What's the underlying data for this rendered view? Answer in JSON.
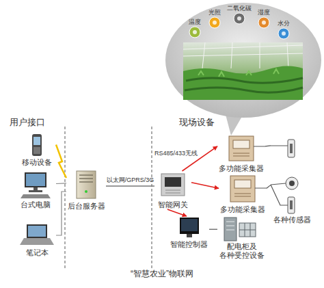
{
  "diagram": {
    "caption": "“智慧农业”物联网",
    "nodes": [
      {
        "text": [
          "温度"
        ]
      },
      {
        "text": [
          "光照"
        ]
      },
      {
        "text": [
          "二氧化碳"
        ]
      },
      {
        "text": [
          "湿度"
        ]
      },
      {
        "text": [
          "水分"
        ]
      },
      {
        "text": [
          "移动设备"
        ]
      },
      {
        "text": [
          "台式电脑"
        ]
      },
      {
        "text": [
          "笔记本"
        ]
      },
      {
        "text": [
          "后台服务器"
        ]
      },
      {
        "text": [
          "智能网关"
        ]
      },
      {
        "text": [
          "多功能采集器"
        ]
      },
      {
        "text": [
          "多功能采集器"
        ]
      },
      {
        "text": [
          "各种传感器"
        ]
      },
      {
        "text": [
          "智能控制器"
        ]
      },
      {
        "text": [
          "配电柜及 各种受控设备"
        ]
      }
    ],
    "edges": [
      {
        "from": 5,
        "to": 8,
        "arrow": "none"
      },
      {
        "from": 6,
        "to": 8,
        "arrow": "none"
      },
      {
        "from": 7,
        "to": 8,
        "arrow": "none"
      },
      {
        "from": 8,
        "to": 9,
        "label": "以太网/GPRS/3G",
        "arrow": "none"
      },
      {
        "from": 9,
        "to": 10,
        "arrow": "to"
      },
      {
        "from": 9,
        "to": 11,
        "arrow": "to"
      },
      {
        "from": 9,
        "to": 13,
        "arrow": "to"
      },
      {
        "from": 10,
        "to": 12,
        "arrow": "none"
      },
      {
        "from": 11,
        "to": 12,
        "arrow": "none"
      },
      {
        "from": 13,
        "to": 14,
        "arrow": "none"
      }
    ],
    "labels": [
      "用户接口",
      "现场设备",
      "RS485/433无线"
    ]
  }
}
